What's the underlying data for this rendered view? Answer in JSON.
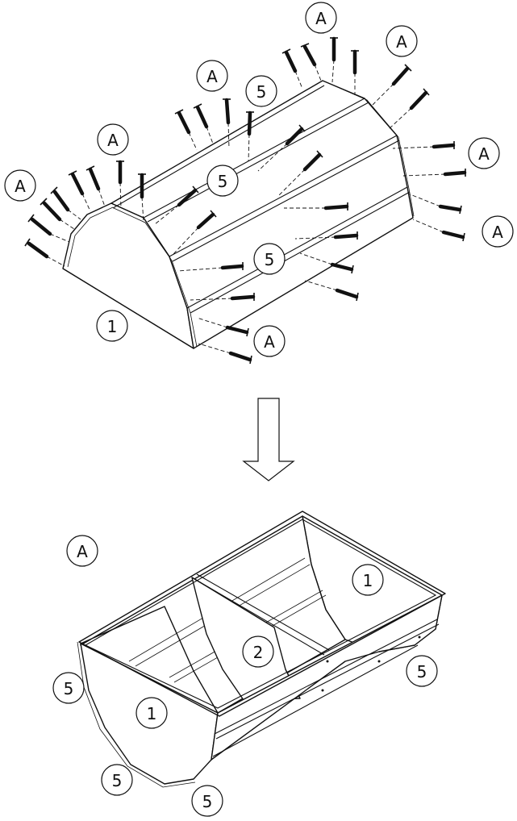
{
  "labels": {
    "nail": "A",
    "end_panel": "1",
    "divider": "2",
    "slat": "5"
  },
  "colors": {
    "line": "#111111",
    "background": "#ffffff"
  }
}
